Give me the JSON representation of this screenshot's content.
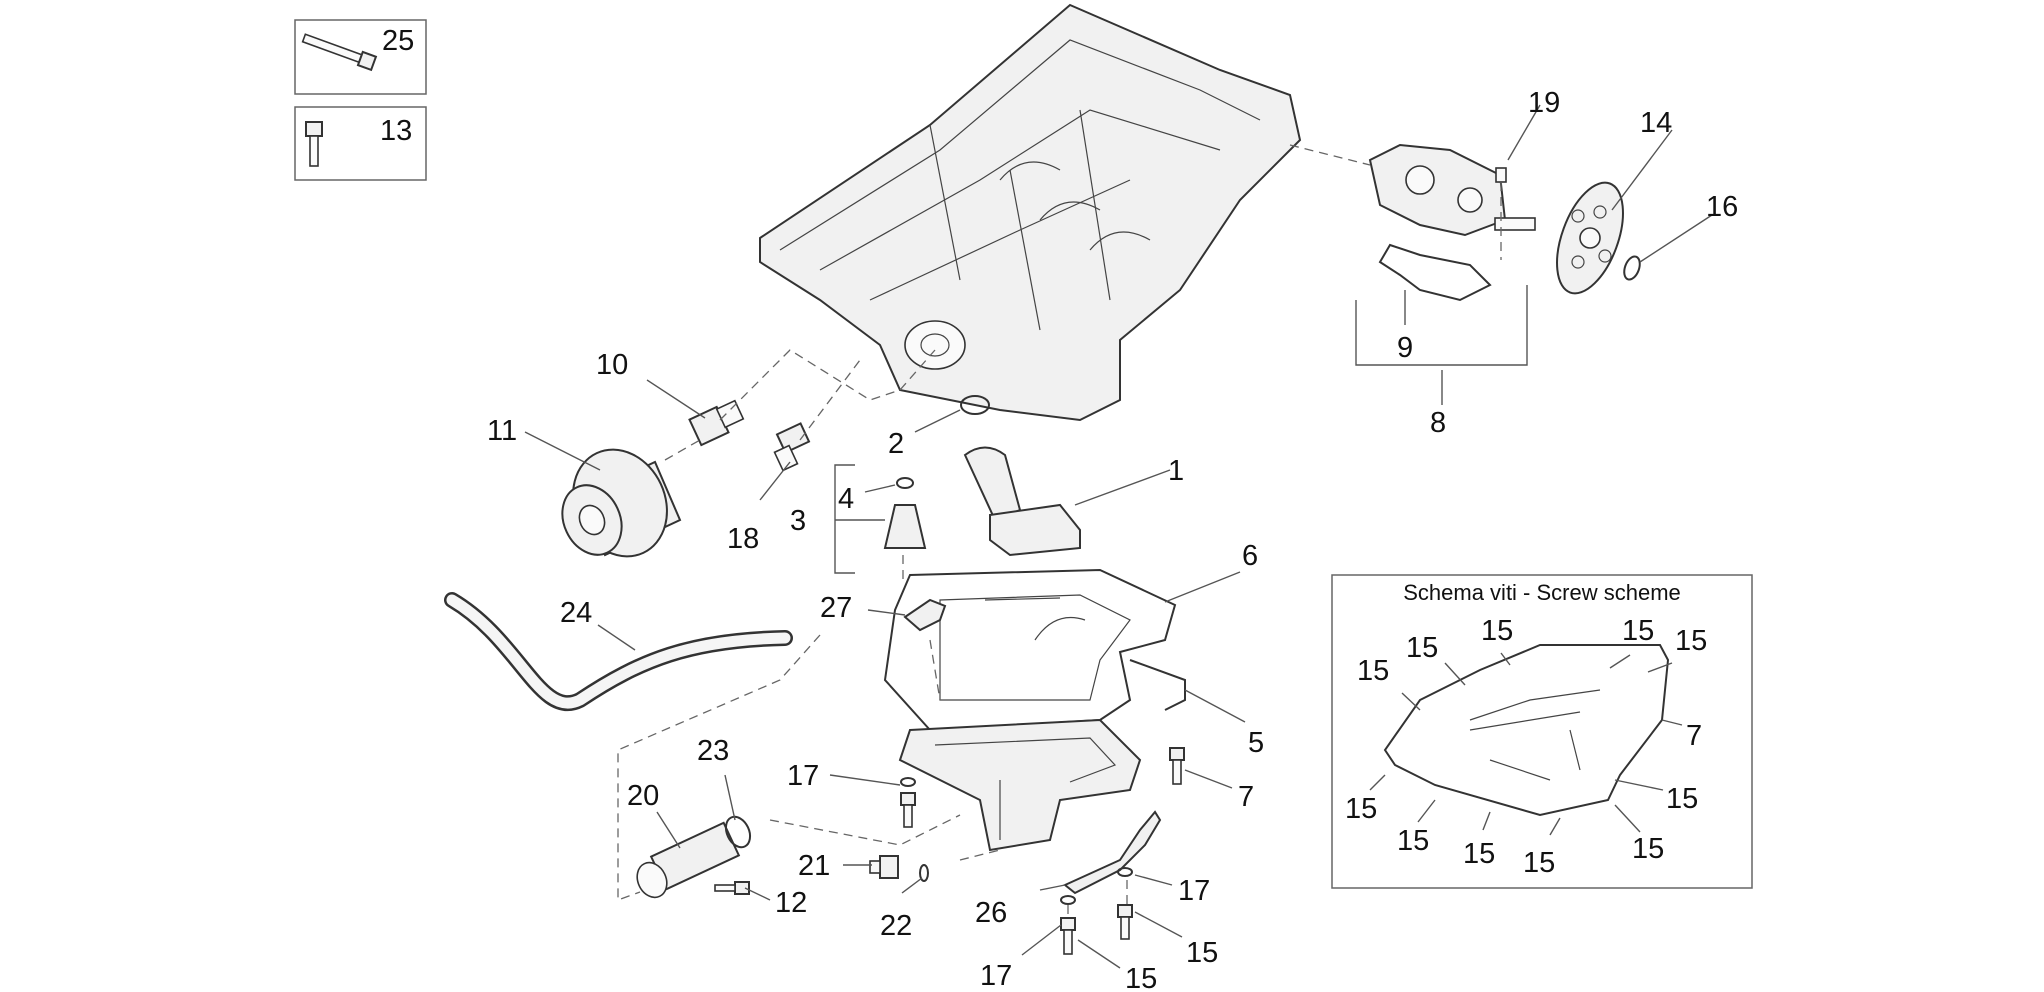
{
  "scheme_box": {
    "title": "Schema viti - Screw scheme"
  },
  "callouts": [
    {
      "id": "c25",
      "text": "25"
    },
    {
      "id": "c13",
      "text": "13"
    },
    {
      "id": "c19",
      "text": "19"
    },
    {
      "id": "c14",
      "text": "14"
    },
    {
      "id": "c16",
      "text": "16"
    },
    {
      "id": "c9",
      "text": "9"
    },
    {
      "id": "c8",
      "text": "8"
    },
    {
      "id": "c10",
      "text": "10"
    },
    {
      "id": "c11",
      "text": "11"
    },
    {
      "id": "c2",
      "text": "2"
    },
    {
      "id": "c1",
      "text": "1"
    },
    {
      "id": "c4",
      "text": "4"
    },
    {
      "id": "c3",
      "text": "3"
    },
    {
      "id": "c18",
      "text": "18"
    },
    {
      "id": "c6",
      "text": "6"
    },
    {
      "id": "c24",
      "text": "24"
    },
    {
      "id": "c27",
      "text": "27"
    },
    {
      "id": "c5",
      "text": "5"
    },
    {
      "id": "c23",
      "text": "23"
    },
    {
      "id": "c17a",
      "text": "17"
    },
    {
      "id": "c7",
      "text": "7"
    },
    {
      "id": "c20",
      "text": "20"
    },
    {
      "id": "c21",
      "text": "21"
    },
    {
      "id": "c12",
      "text": "12"
    },
    {
      "id": "c22",
      "text": "22"
    },
    {
      "id": "c17b",
      "text": "17"
    },
    {
      "id": "c26",
      "text": "26"
    },
    {
      "id": "c15a",
      "text": "15"
    },
    {
      "id": "c17c",
      "text": "17"
    },
    {
      "id": "c15b",
      "text": "15"
    }
  ],
  "scheme_callouts": [
    {
      "id": "s1",
      "text": "15"
    },
    {
      "id": "s2",
      "text": "15"
    },
    {
      "id": "s3",
      "text": "15"
    },
    {
      "id": "s4",
      "text": "15"
    },
    {
      "id": "s5",
      "text": "15"
    },
    {
      "id": "s6",
      "text": "7"
    },
    {
      "id": "s7",
      "text": "15"
    },
    {
      "id": "s8",
      "text": "15"
    },
    {
      "id": "s9",
      "text": "15"
    },
    {
      "id": "s10",
      "text": "15"
    },
    {
      "id": "s11",
      "text": "15"
    },
    {
      "id": "s12",
      "text": "15"
    }
  ]
}
